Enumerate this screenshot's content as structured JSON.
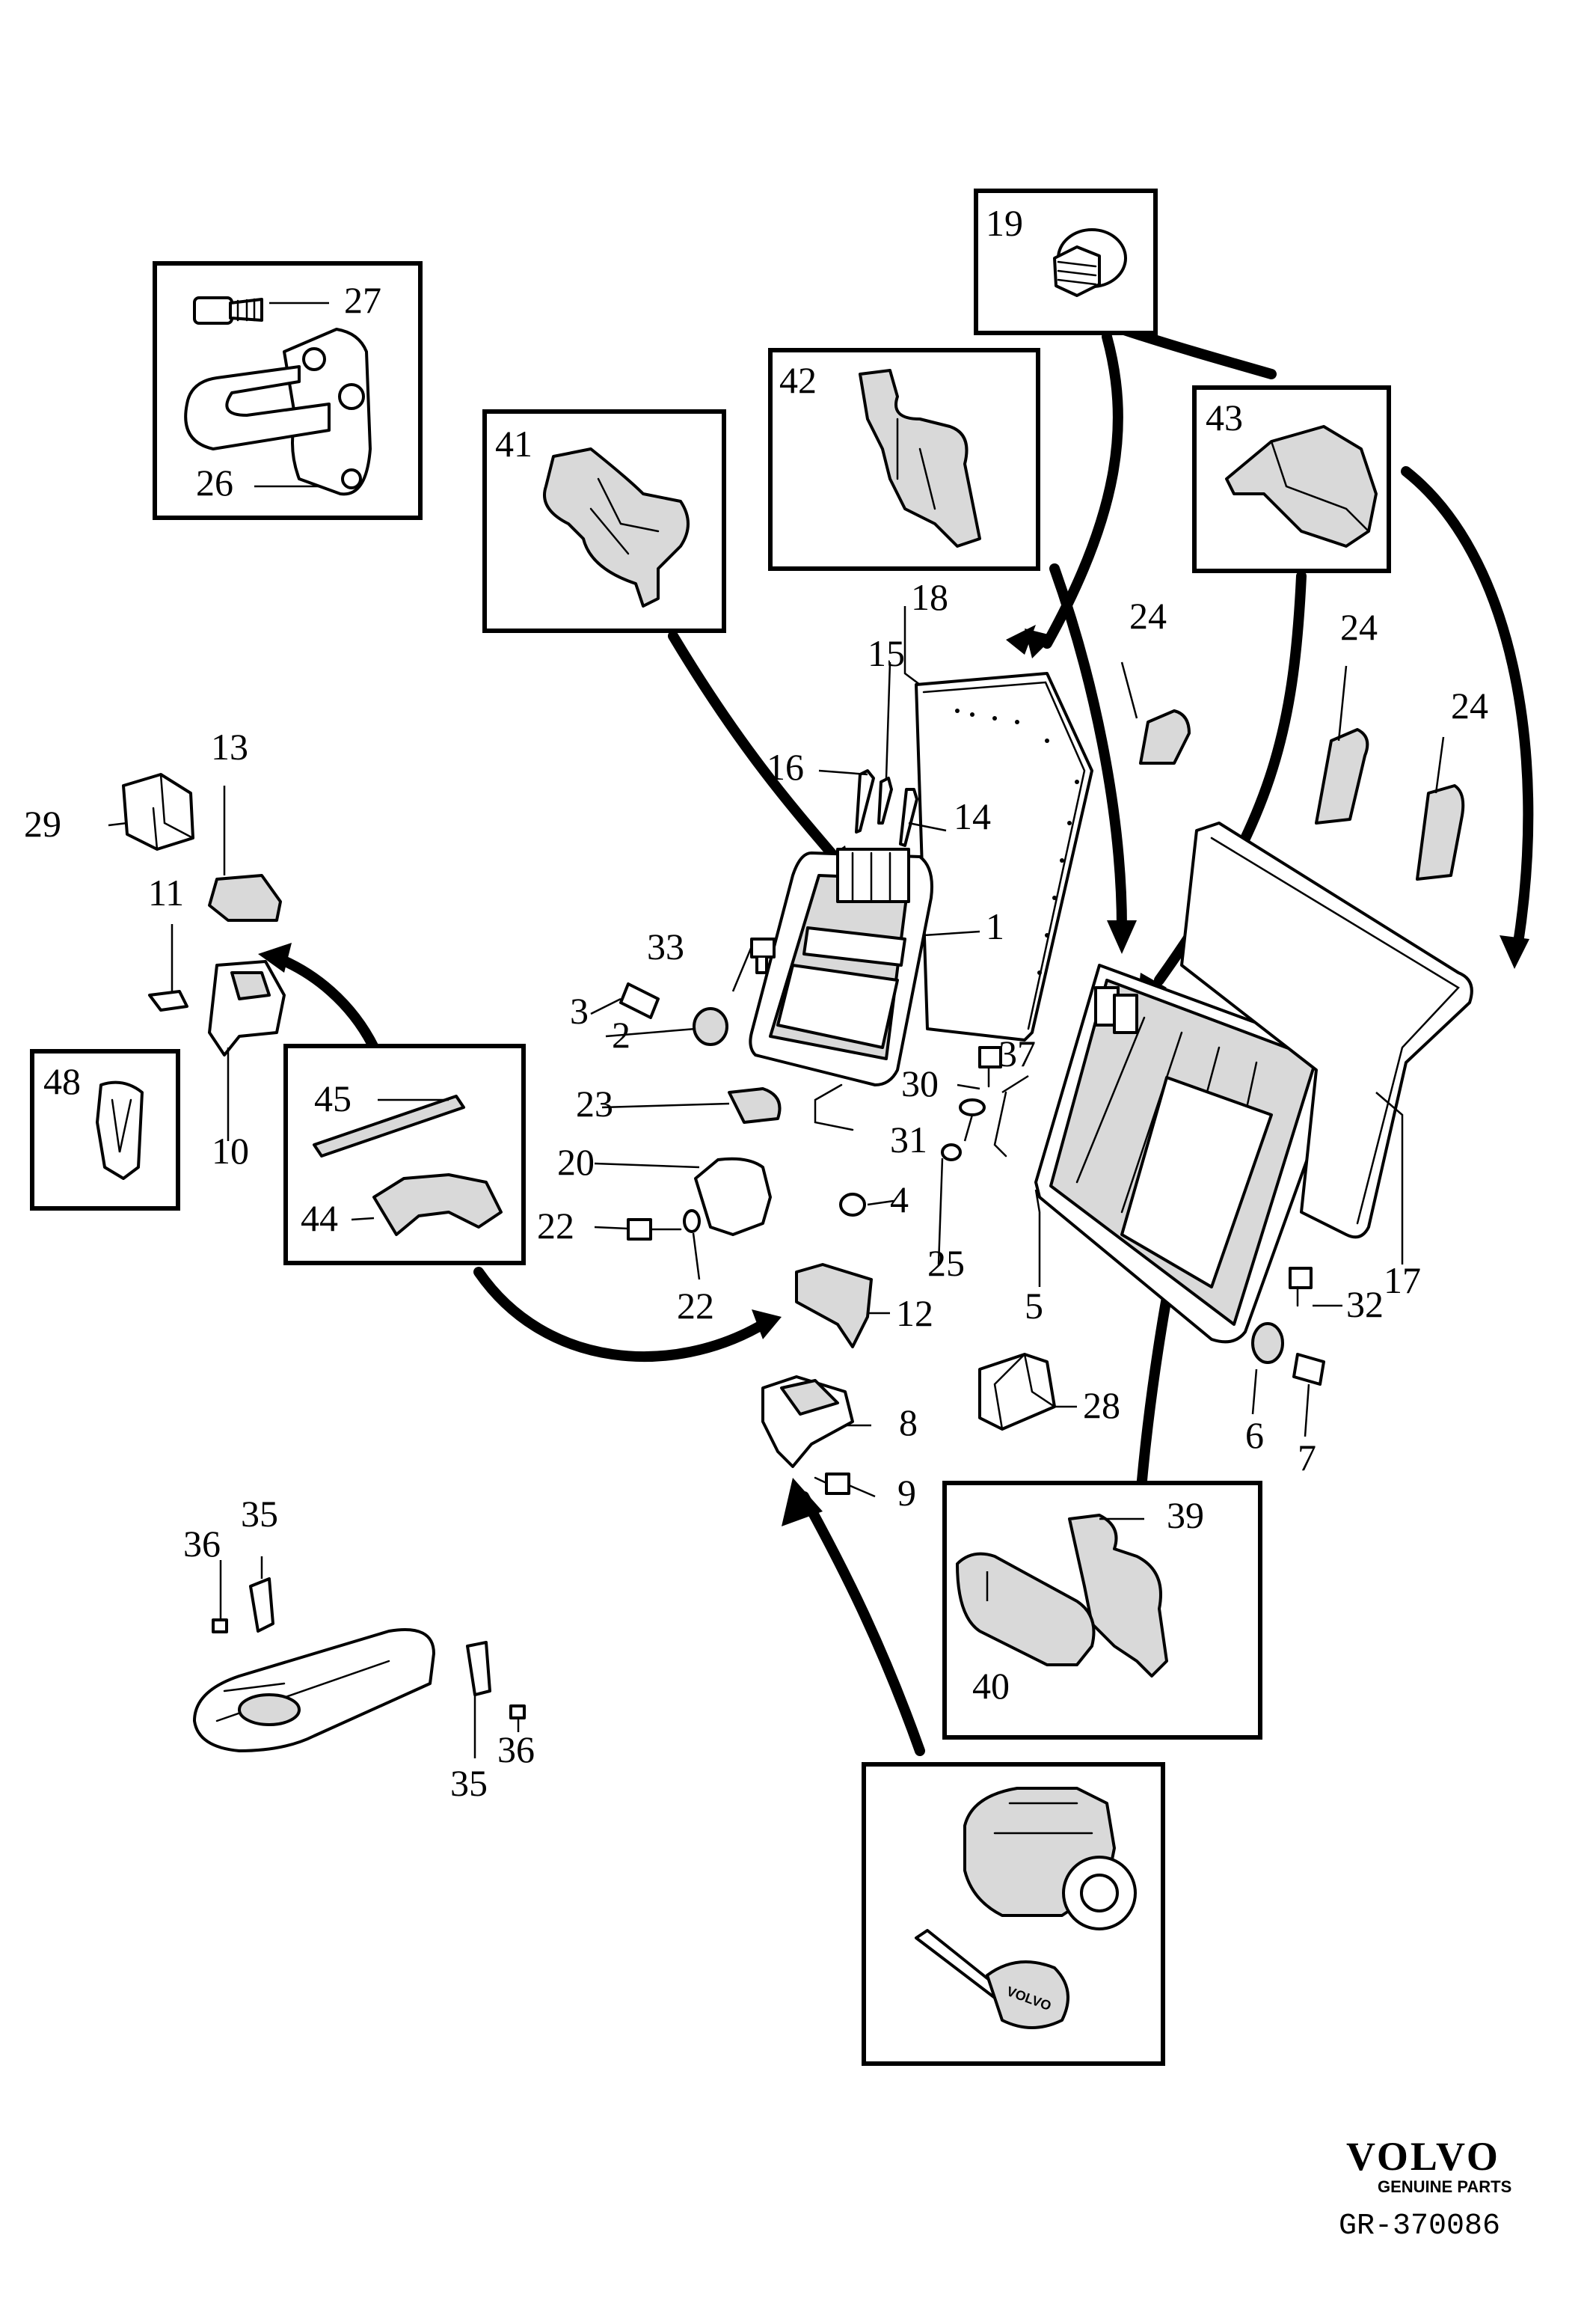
{
  "diagram": {
    "callouts": {
      "c1": "1",
      "c2": "2",
      "c3": "3",
      "c4": "4",
      "c5": "5",
      "c6": "6",
      "c7": "7",
      "c8": "8",
      "c9": "9",
      "c10": "10",
      "c11": "11",
      "c12": "12",
      "c13": "13",
      "c14": "14",
      "c15": "15",
      "c16": "16",
      "c17": "17",
      "c18": "18",
      "c19": "19",
      "c20": "20",
      "c22a": "22",
      "c22b": "22",
      "c23": "23",
      "c24a": "24",
      "c24b": "24",
      "c24c": "24",
      "c25": "25",
      "c26": "26",
      "c27": "27",
      "c28": "28",
      "c29": "29",
      "c30": "30",
      "c31": "31",
      "c32": "32",
      "c33": "33",
      "c35a": "35",
      "c35b": "35",
      "c36a": "36",
      "c36b": "36",
      "c37": "37",
      "c39": "39",
      "c40": "40",
      "c41": "41",
      "c42": "42",
      "c43": "43",
      "c44": "44",
      "c45": "45",
      "c48": "48"
    }
  },
  "branding": {
    "logo_text": "VOLVO",
    "tagline": "GENUINE PARTS",
    "diagram_code": "GR-370086",
    "key_marking": "VOLVO"
  }
}
